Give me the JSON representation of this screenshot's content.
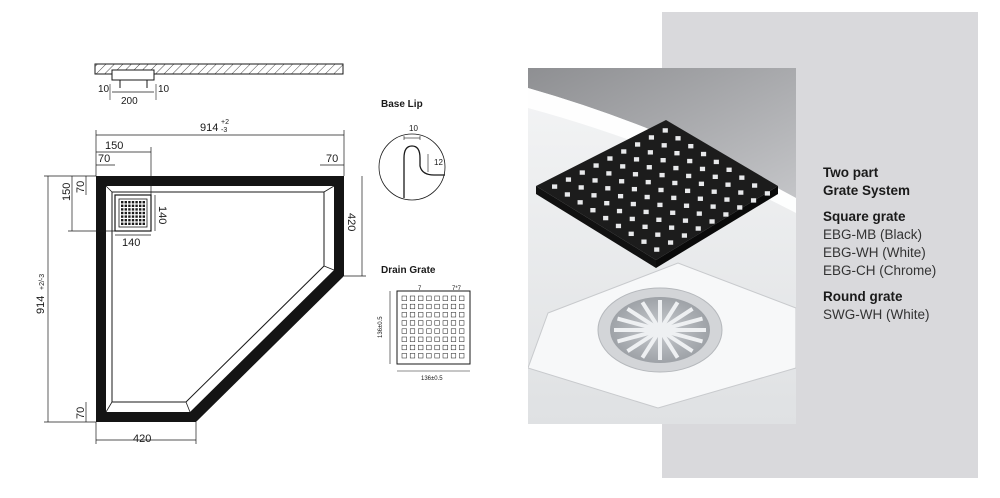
{
  "top_view": {
    "dims": {
      "left": "10",
      "mid": "200",
      "right": "10"
    }
  },
  "plan": {
    "width_label": "914",
    "width_tol_upper": "+2",
    "width_tol_lower": "-3",
    "height_label": "914",
    "height_tol": "+2/-3",
    "dim_150_top": "150",
    "dim_70_top_left": "70",
    "dim_70_top_right": "70",
    "dim_150_left": "150",
    "dim_70_left_top": "70",
    "dim_140_right": "140",
    "dim_140_bottom": "140",
    "dim_420_right": "420",
    "dim_70_left_bottom": "70",
    "dim_420_bottom": "420"
  },
  "base_lip": {
    "title": "Base Lip",
    "dim_top": "10",
    "dim_side": "12"
  },
  "drain_grate": {
    "title": "Drain Grate",
    "dim_a": "7",
    "dim_b": "7*7",
    "dim_side": "136±0.5",
    "dim_bottom": "136±0.5"
  },
  "info": {
    "heading_line1": "Two part",
    "heading_line2": "Grate System",
    "square_title": "Square grate",
    "square_items": [
      "EBG-MB (Black)",
      "EBG-WH (White)",
      "EBG-CH (Chrome)"
    ],
    "round_title": "Round grate",
    "round_items": [
      "SWG-WH (White)"
    ]
  },
  "colors": {
    "panel": "#d9d9dc",
    "ink": "#1a1a1a",
    "grate_black": "#1c1c1c"
  }
}
